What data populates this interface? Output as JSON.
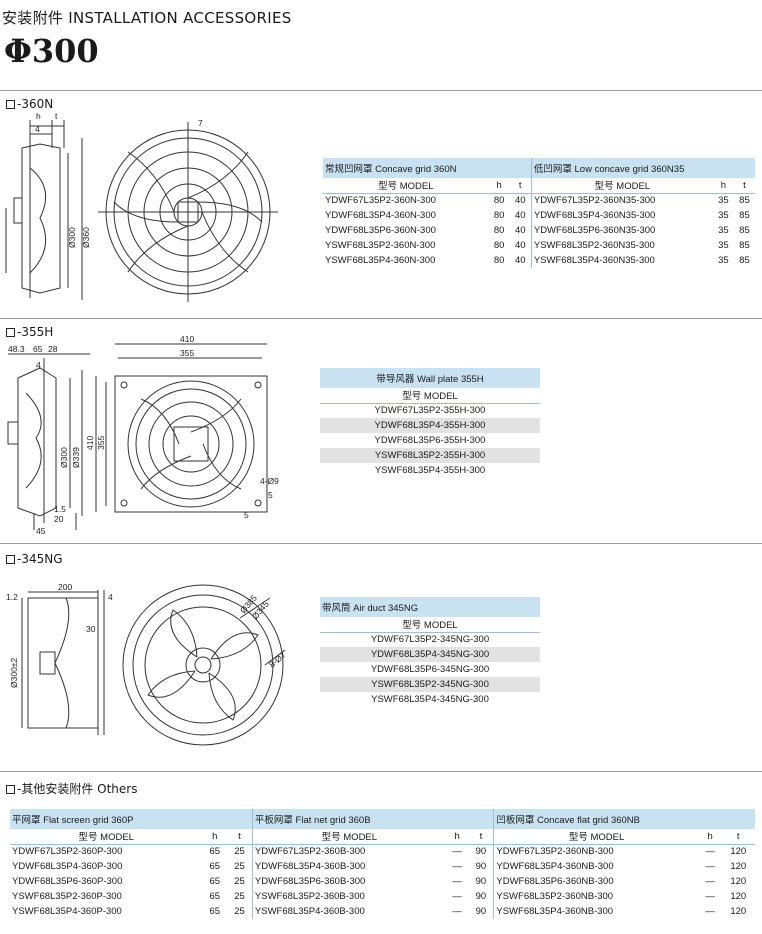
{
  "header": {
    "title": "安装附件   INSTALLATION ACCESSORIES",
    "size": "Φ300"
  },
  "sections": [
    {
      "label": "-360N",
      "dims": {
        "h": "h",
        "t": "t",
        "d4": "4",
        "d7": "7",
        "d300": "Ø300",
        "d360": "Ø360"
      },
      "tables": [
        {
          "title": "常规凹网罩  Concave grid  360N",
          "col_model": "型号  MODEL",
          "col_h": "h",
          "col_t": "t",
          "rows": [
            [
              "YDWF67L35P2-360N-300",
              "80",
              "40"
            ],
            [
              "YDWF68L35P4-360N-300",
              "80",
              "40"
            ],
            [
              "YDWF68L35P6-360N-300",
              "80",
              "40"
            ],
            [
              "YSWF68L35P2-360N-300",
              "80",
              "40"
            ],
            [
              "YSWF68L35P4-360N-300",
              "80",
              "40"
            ]
          ]
        },
        {
          "title": "低凹网罩  Low concave grid  360N35",
          "col_model": "型号  MODEL",
          "col_h": "h",
          "col_t": "t",
          "rows": [
            [
              "YDWF67L35P2-360N35-300",
              "35",
              "85"
            ],
            [
              "YDWF68L35P4-360N35-300",
              "35",
              "85"
            ],
            [
              "YDWF68L35P6-360N35-300",
              "35",
              "85"
            ],
            [
              "YSWF68L35P2-360N35-300",
              "35",
              "85"
            ],
            [
              "YSWF68L35P4-360N35-300",
              "35",
              "85"
            ]
          ]
        }
      ]
    },
    {
      "label": "-355H",
      "dims": {
        "d48": "48.3",
        "d65": "65",
        "d28": "28",
        "d4": "4",
        "d300": "Ø300",
        "d339": "Ø339",
        "d15": "1.5",
        "d20": "20",
        "d45": "45",
        "w410": "410",
        "w355": "355",
        "h410": "410",
        "h355": "355",
        "holes": "4-Ø9",
        "d5a": "5",
        "d5b": "5"
      },
      "tables": [
        {
          "title": "带导风器  Wall plate  355H",
          "col_model": "型号  MODEL",
          "rows": [
            [
              "YDWF67L35P2-355H-300"
            ],
            [
              "YDWF68L35P4-355H-300"
            ],
            [
              "YDWF68L35P6-355H-300"
            ],
            [
              "YSWF68L35P2-355H-300"
            ],
            [
              "YSWF68L35P4-355H-300"
            ]
          ]
        }
      ]
    },
    {
      "label": "-345NG",
      "dims": {
        "d12": "1.2",
        "d200": "200",
        "d4": "4",
        "d30": "30",
        "d300": "Ø300±2",
        "d385": "Ø385",
        "d345": "Ø345",
        "holes": "8-Ø7"
      },
      "tables": [
        {
          "title": "带风筒  Air duct  345NG",
          "col_model": "型号  MODEL",
          "rows": [
            [
              "YDWF67L35P2-345NG-300"
            ],
            [
              "YDWF68L35P4-345NG-300"
            ],
            [
              "YDWF68L35P6-345NG-300"
            ],
            [
              "YSWF68L35P2-345NG-300"
            ],
            [
              "YSWF68L35P4-345NG-300"
            ]
          ]
        }
      ]
    },
    {
      "label": "-其他安装附件  Others",
      "tables": [
        {
          "title": "平网罩  Flat screen grid  360P",
          "col_model": "型号  MODEL",
          "col_h": "h",
          "col_t": "t",
          "rows": [
            [
              "YDWF67L35P2-360P-300",
              "65",
              "25"
            ],
            [
              "YDWF68L35P4-360P-300",
              "65",
              "25"
            ],
            [
              "YDWF68L35P6-360P-300",
              "65",
              "25"
            ],
            [
              "YSWF68L35P2-360P-300",
              "65",
              "25"
            ],
            [
              "YSWF68L35P4-360P-300",
              "65",
              "25"
            ]
          ]
        },
        {
          "title": "平板网罩  Flat net grid  360B",
          "col_model": "型号  MODEL",
          "col_h": "h",
          "col_t": "t",
          "rows": [
            [
              "YDWF67L35P2-360B-300",
              "—",
              "90"
            ],
            [
              "YDWF68L35P4-360B-300",
              "—",
              "90"
            ],
            [
              "YDWF68L35P6-360B-300",
              "—",
              "90"
            ],
            [
              "YSWF68L35P2-360B-300",
              "—",
              "90"
            ],
            [
              "YSWF68L35P4-360B-300",
              "—",
              "90"
            ]
          ]
        },
        {
          "title": "凹板网罩  Concave flat grid  360NB",
          "col_model": "型号  MODEL",
          "col_h": "h",
          "col_t": "t",
          "rows": [
            [
              "YDWF67L35P2-360NB-300",
              "—",
              "120"
            ],
            [
              "YDWF68L35P4-360NB-300",
              "—",
              "120"
            ],
            [
              "YDWF68L35P6-360NB-300",
              "—",
              "120"
            ],
            [
              "YSWF68L35P2-360NB-300",
              "—",
              "120"
            ],
            [
              "YSWF68L35P4-360NB-300",
              "—",
              "120"
            ]
          ]
        }
      ]
    }
  ]
}
